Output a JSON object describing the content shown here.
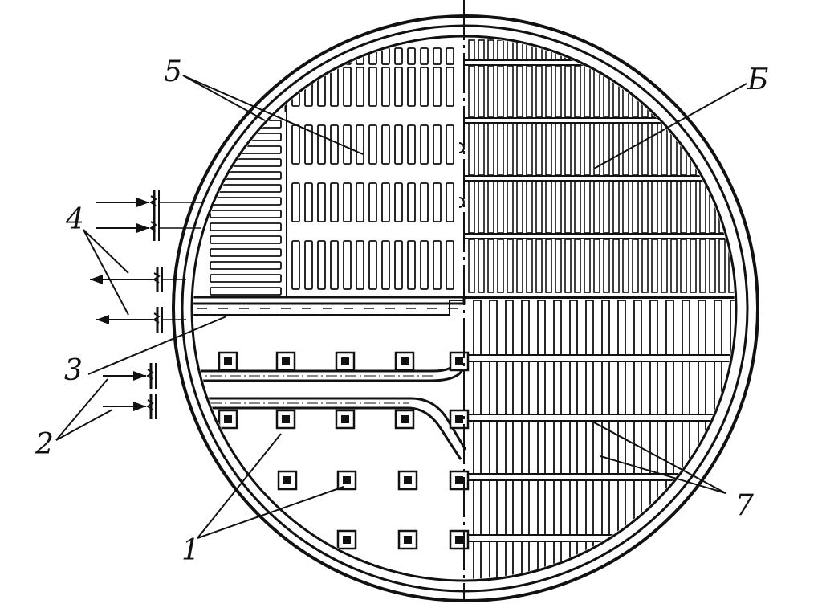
{
  "diagram": {
    "labels": {
      "l1": "1",
      "l2": "2",
      "l3": "3",
      "l4": "4",
      "l5": "5",
      "l6": "Б",
      "l7": "7"
    }
  },
  "colors": {
    "ink": "#111111",
    "paper": "#ffffff"
  }
}
